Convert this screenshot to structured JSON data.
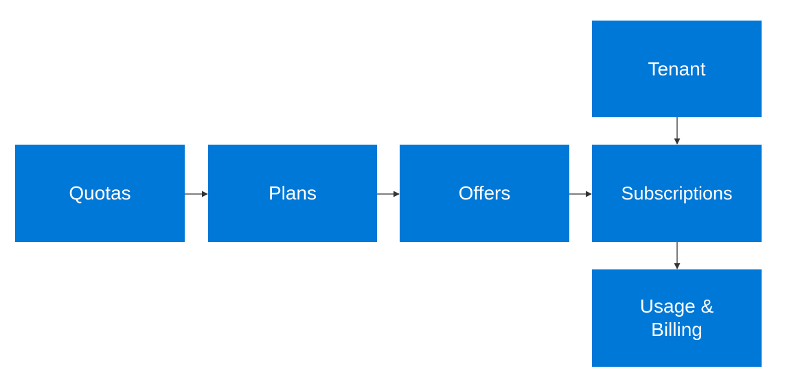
{
  "colors": {
    "node_fill": "#0078d7",
    "node_text": "#ffffff",
    "arrow": "#333333",
    "background": "#ffffff"
  },
  "nodes": {
    "quotas": "Quotas",
    "plans": "Plans",
    "offers": "Offers",
    "subscriptions": "Subscriptions",
    "tenant": "Tenant",
    "usage_billing": "Usage &\nBilling"
  },
  "edges": [
    {
      "from": "Quotas",
      "to": "Plans"
    },
    {
      "from": "Plans",
      "to": "Offers"
    },
    {
      "from": "Offers",
      "to": "Subscriptions"
    },
    {
      "from": "Tenant",
      "to": "Subscriptions"
    },
    {
      "from": "Subscriptions",
      "to": "Usage & Billing"
    }
  ]
}
